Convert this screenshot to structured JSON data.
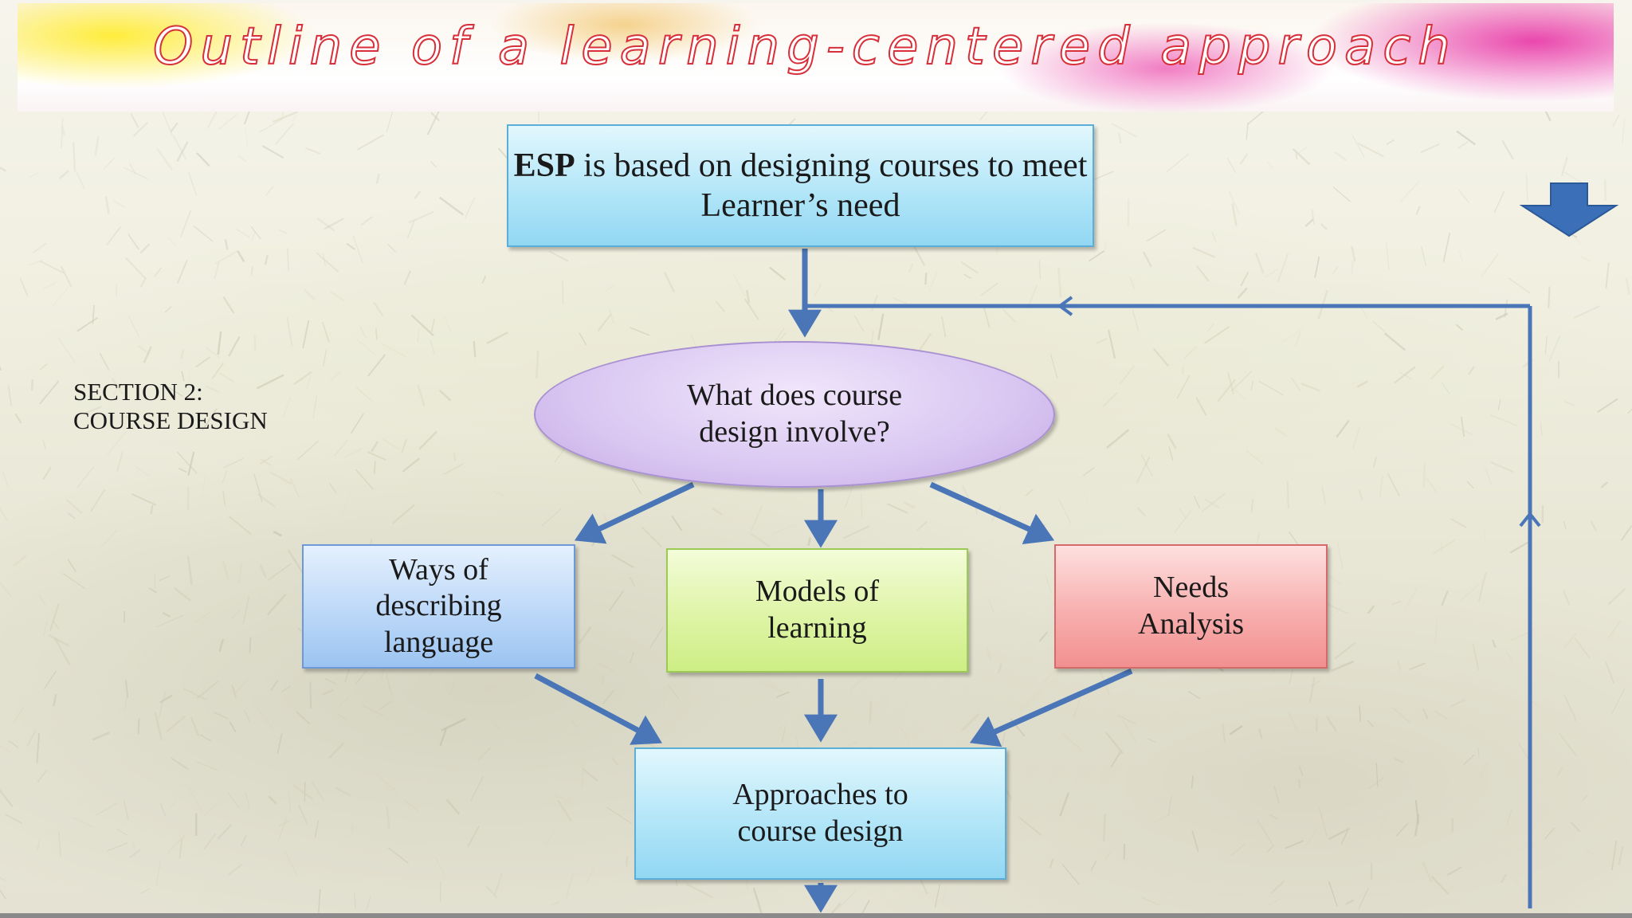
{
  "slide": {
    "title": "Outline of a learning-centered approach",
    "section_label": {
      "line1": "SECTION  2:",
      "line2": "COURSE DESIGN"
    }
  },
  "diagram": {
    "top_box": {
      "bold": "ESP",
      "rest": " is based on designing courses to meet Learner’s need"
    },
    "question": "What does course\ndesign involve?",
    "branches": {
      "ways": "Ways of\ndescribing\nlanguage",
      "models": "Models of\nlearning",
      "needs": "Needs\nAnalysis"
    },
    "result": "Approaches to\ncourse design"
  },
  "colors": {
    "arrow": "#4a76b8",
    "title_outline": "#d8303a",
    "top_box": "#b3e6f8",
    "question": "#d9c6f1",
    "ways": "#bcd8f8",
    "models": "#def4a6",
    "needs": "#f7afae",
    "result": "#b3e6f8"
  },
  "icons": {
    "corner_arrow": "down-arrow-icon"
  }
}
